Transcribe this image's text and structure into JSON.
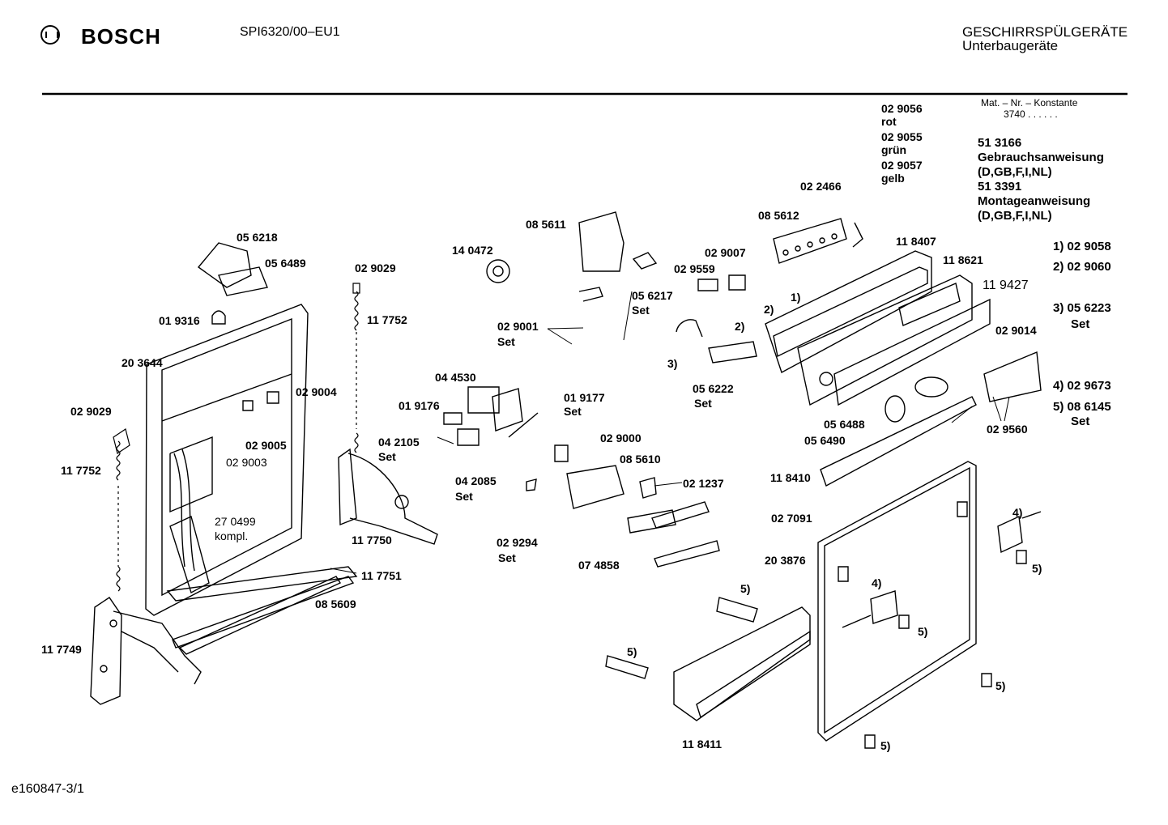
{
  "header": {
    "brand": "BOSCH",
    "model": "SPI6320/00–EU1",
    "category_line1": "GESCHIRRSPÜLGERÄTE",
    "category_line2": "Unterbaugeräte"
  },
  "footer": {
    "doc_id": "e160847-3/1"
  },
  "mat_constant": {
    "heading": "Mat. – Nr. – Konstante",
    "value": "3740 . . . . . ."
  },
  "documents": [
    {
      "number": "51 3166",
      "title": "Gebrauchsanweisung",
      "langs": "(D,GB,F,I,NL)"
    },
    {
      "number": "51 3391",
      "title": "Montageanweisung",
      "langs": "(D,GB,F,I,NL)"
    }
  ],
  "footnotes": [
    {
      "key": "1) 02 9058",
      "extra": ""
    },
    {
      "key": "2) 02 9060",
      "extra": ""
    },
    {
      "key": "3) 05 6223",
      "extra": "Set"
    },
    {
      "key": "4) 02 9673",
      "extra": ""
    },
    {
      "key": "5) 08 6145",
      "extra": "Set"
    }
  ],
  "part_labels": [
    "05 6218",
    "05 6489",
    "01 9316",
    "20 3644",
    "02 9004",
    "02 9005",
    "02 9003",
    "02 9029",
    "11 7752",
    "02 9029",
    "11 7752",
    "27 0499",
    "kompl.",
    "11 7750",
    "11 7751",
    "08 5609",
    "11 7749",
    "14 0472",
    "08 5611",
    "02 9001",
    "Set",
    "05 6217",
    "Set",
    "04 4530",
    "01 9176",
    "04 2105",
    "Set",
    "04 2085",
    "Set",
    "01 9177",
    "Set",
    "02 9000",
    "08 5610",
    "02 1237",
    "02 9294",
    "Set",
    "07 4858",
    "02 9007",
    "02 9559",
    "3)",
    "05 6222",
    "Set",
    "08 5612",
    "02 2466",
    "02 9056",
    "rot",
    "02 9055",
    "grün",
    "02 9057",
    "gelb",
    "11 8407",
    "11 8621",
    "11 9427",
    "02 9014",
    "02 9560",
    "05 6488",
    "05 6490",
    "11 8410",
    "02 7091",
    "20 3876",
    "11 8411",
    "1)",
    "2)",
    "2)",
    "4)",
    "4)",
    "5)",
    "5)",
    "5)",
    "5)",
    "5)",
    "5)",
    "5)"
  ]
}
